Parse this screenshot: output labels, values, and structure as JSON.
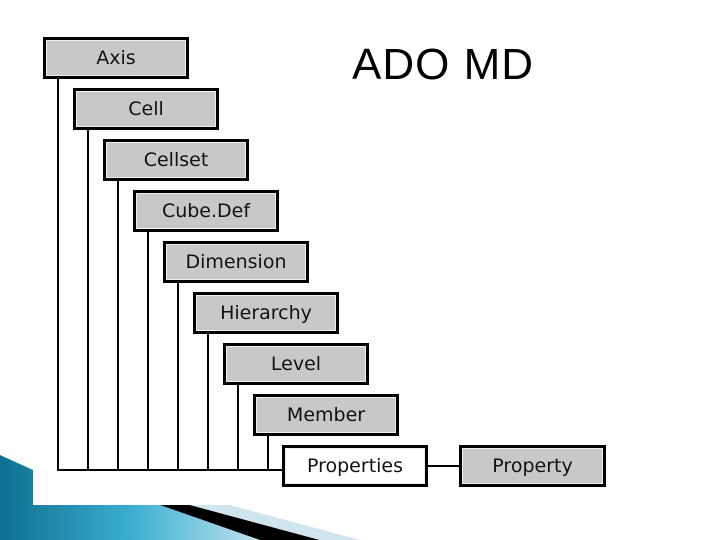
{
  "title": "ADO MD",
  "nodes": [
    {
      "label": "Axis"
    },
    {
      "label": "Cell"
    },
    {
      "label": "Cellset"
    },
    {
      "label": "Cube.Def"
    },
    {
      "label": "Dimension"
    },
    {
      "label": "Hierarchy"
    },
    {
      "label": "Level"
    },
    {
      "label": "Member"
    },
    {
      "label": "Properties"
    },
    {
      "label": "Property"
    }
  ],
  "colors": {
    "box_fill": "#c8c8c8",
    "highlight_fill": "#ffffff",
    "border": "#000000",
    "accent_teal": "#1f8fb0"
  }
}
